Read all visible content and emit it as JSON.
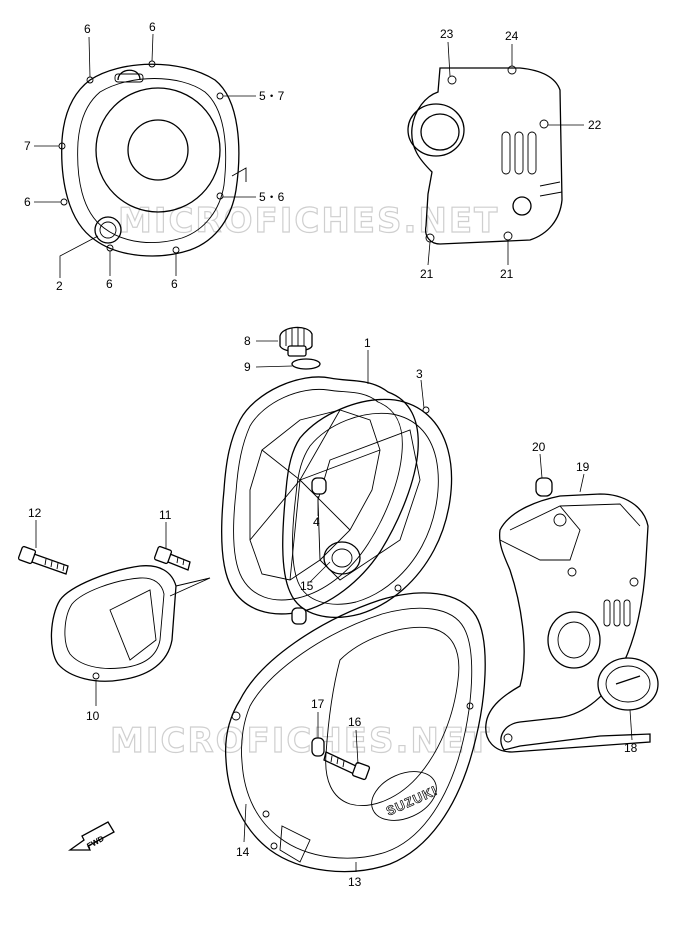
{
  "watermark": {
    "upper": "MICROFICHES.NET",
    "lower": "MICROFICHES.NET"
  },
  "fwd_label": "FWD",
  "brand_mark": "SUZUKI",
  "part_numbers": {
    "n6a": "6",
    "n6b": "6",
    "n57": "5・7",
    "n7": "7",
    "n6c": "6",
    "n56": "5・6",
    "n2": "2",
    "n6d": "6",
    "n6e": "6",
    "n23": "23",
    "n24": "24",
    "n22": "22",
    "n21a": "21",
    "n21b": "21",
    "n8": "8",
    "n9": "9",
    "n1": "1",
    "n3": "3",
    "n4": "4",
    "n15": "15",
    "n12": "12",
    "n11": "11",
    "n10": "10",
    "n20": "20",
    "n19": "19",
    "n18": "18",
    "n17": "17",
    "n16": "16",
    "n14": "14",
    "n13": "13"
  }
}
